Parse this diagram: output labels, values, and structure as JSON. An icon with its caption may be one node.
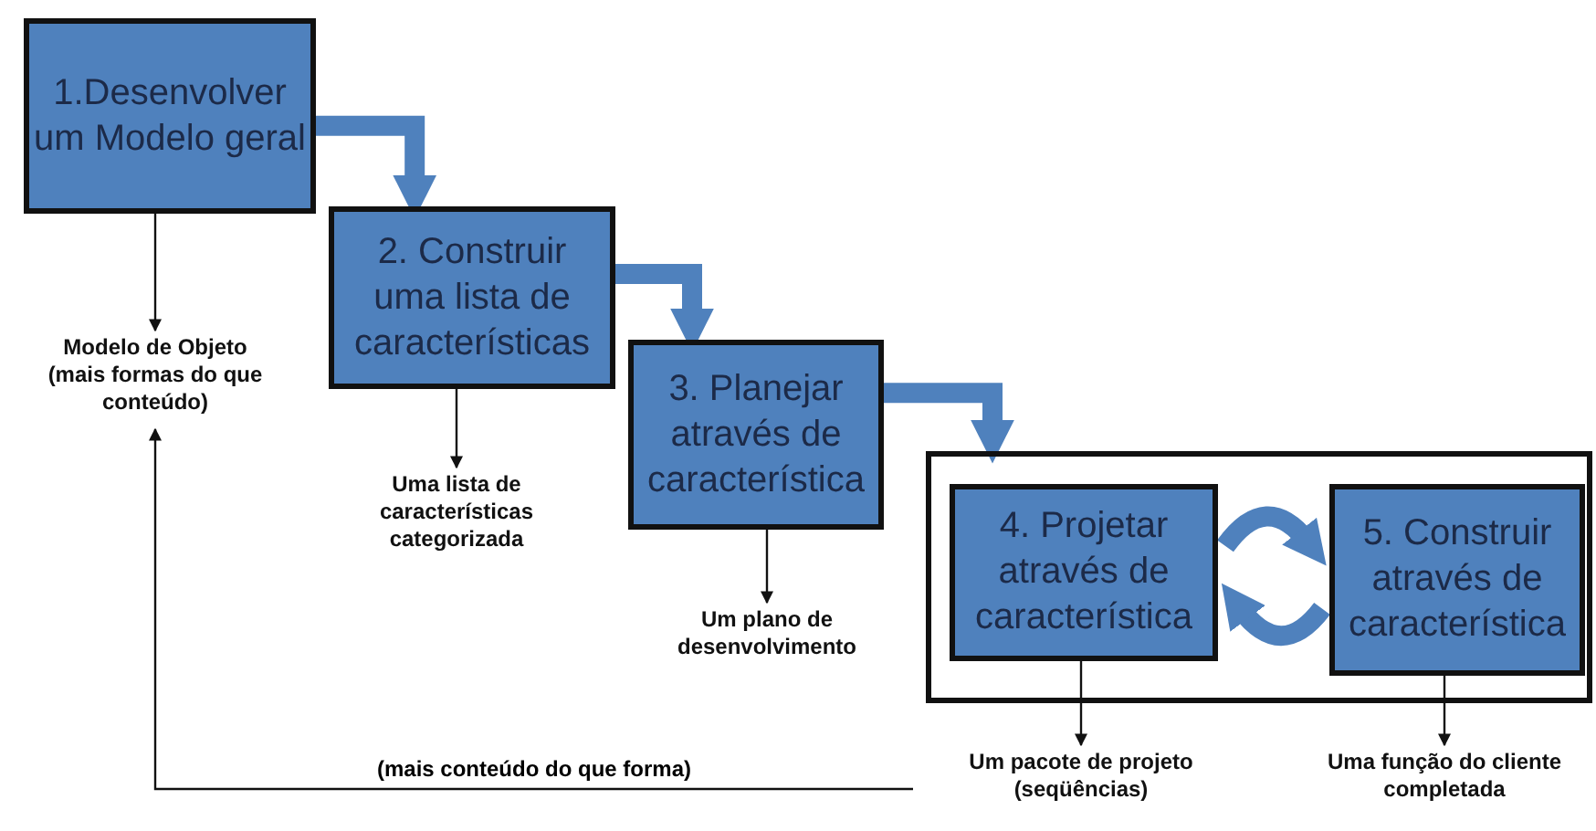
{
  "diagram": {
    "nodes": [
      {
        "text": [
          "1.Desenvolver um Modelo geral"
        ]
      },
      {
        "text": [
          "Modelo de Objeto (mais formas do que conteúdo)"
        ]
      },
      {
        "text": [
          "2. Construir uma lista de características"
        ]
      },
      {
        "text": [
          "Uma lista de características categorizada"
        ]
      },
      {
        "text": [
          "3. Planejar através de característica"
        ]
      },
      {
        "text": [
          "Um plano de desenvolvimento"
        ]
      },
      {
        "text": [],
        "shape": "box"
      },
      {
        "text": [
          "4. Projetar através de característica"
        ],
        "in": 6
      },
      {
        "text": [
          "5. Construir através de característica"
        ],
        "in": 6
      },
      {
        "text": [
          "Um pacote de projeto (seqüências)"
        ]
      },
      {
        "text": [
          "Uma função do cliente completada"
        ]
      }
    ],
    "edges": [
      {
        "from": 0,
        "to": 2,
        "arrow": "to",
        "style": "thick",
        "color": "#4f81bd"
      },
      {
        "from": 2,
        "to": 4,
        "arrow": "to",
        "style": "thick",
        "color": "#4f81bd"
      },
      {
        "from": 4,
        "to": 6,
        "arrow": "to",
        "style": "thick",
        "color": "#4f81bd"
      },
      {
        "from": 7,
        "to": 8,
        "arrow": "to",
        "style": "thick",
        "color": "#4f81bd"
      },
      {
        "from": 8,
        "to": 7,
        "arrow": "to",
        "style": "thick",
        "color": "#4f81bd"
      },
      {
        "from": 0,
        "to": 1,
        "arrow": "to"
      },
      {
        "from": 2,
        "to": 3,
        "arrow": "to"
      },
      {
        "from": 4,
        "to": 5,
        "arrow": "to"
      },
      {
        "from": 7,
        "to": 9,
        "arrow": "to"
      },
      {
        "from": 8,
        "to": 10,
        "arrow": "to"
      },
      {
        "from": null,
        "to": 1,
        "arrow": "to",
        "label": "(mais conteúdo do que forma)"
      }
    ]
  }
}
